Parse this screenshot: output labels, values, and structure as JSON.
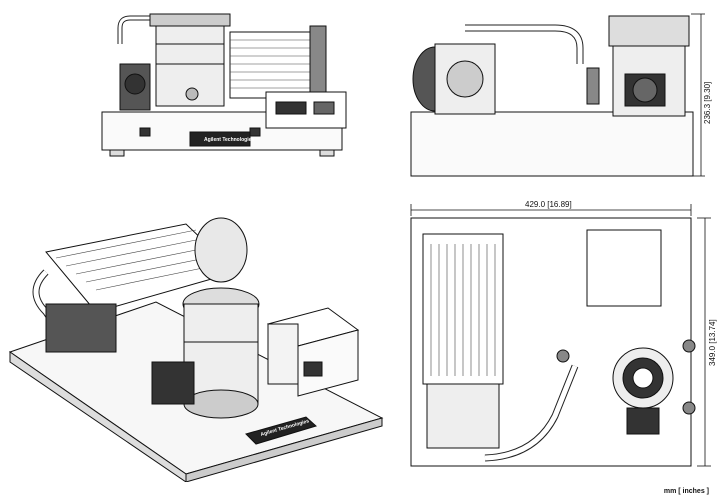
{
  "dimensions": {
    "width": "429.0 [16.89]",
    "height": "236.3 [9.30]",
    "depth": "349.0 [13.74]"
  },
  "units_note": "mm [ inches ]",
  "brand": {
    "logo_text": "Agilent Technologies"
  }
}
